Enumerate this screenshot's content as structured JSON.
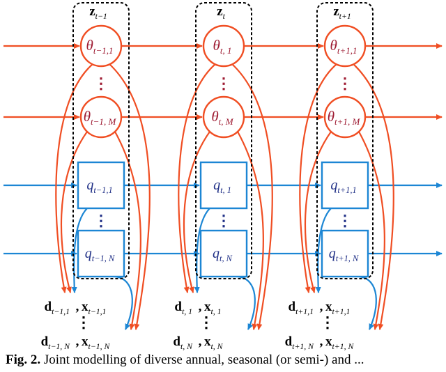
{
  "colors": {
    "red": "#f04e23",
    "red_text": "#9e1b32",
    "blue": "#1c86d4",
    "blue_text": "#1f2f86",
    "black": "#000000"
  },
  "columns": [
    {
      "z_base": "z",
      "z_sub": "t−1",
      "theta_first_sub": "t−1,1",
      "theta_last_sub": "t−1, M",
      "q_first_sub": "t−1,1",
      "q_last_sub": "t−1, N",
      "out1_d_sub": "t−1,1",
      "out1_x_sub": "t−1,1",
      "outN_d_sub": "t−1, N",
      "outN_x_sub": "t−1, N"
    },
    {
      "z_base": "z",
      "z_sub": "t",
      "theta_first_sub": "t, 1",
      "theta_last_sub": "t, M",
      "q_first_sub": "t, 1",
      "q_last_sub": "t, N",
      "out1_d_sub": "t, 1",
      "out1_x_sub": "t, 1",
      "outN_d_sub": "t, N",
      "outN_x_sub": "t, N"
    },
    {
      "z_base": "z",
      "z_sub": "t+1",
      "theta_first_sub": "t+1,1",
      "theta_last_sub": "t+1, M",
      "q_first_sub": "t+1,1",
      "q_last_sub": "t+1, N",
      "out1_d_sub": "t+1,1",
      "out1_x_sub": "t+1,1",
      "outN_d_sub": "t+1, N",
      "outN_x_sub": "t+1, N"
    }
  ],
  "symbols": {
    "theta": "θ",
    "q": "q",
    "d": "d",
    "x": "x",
    "comma": ",",
    "vdots": "⋮"
  },
  "caption": {
    "label": "Fig. 2.",
    "text": "Joint modelling of diverse annual, seasonal (or semi-) and ..."
  }
}
